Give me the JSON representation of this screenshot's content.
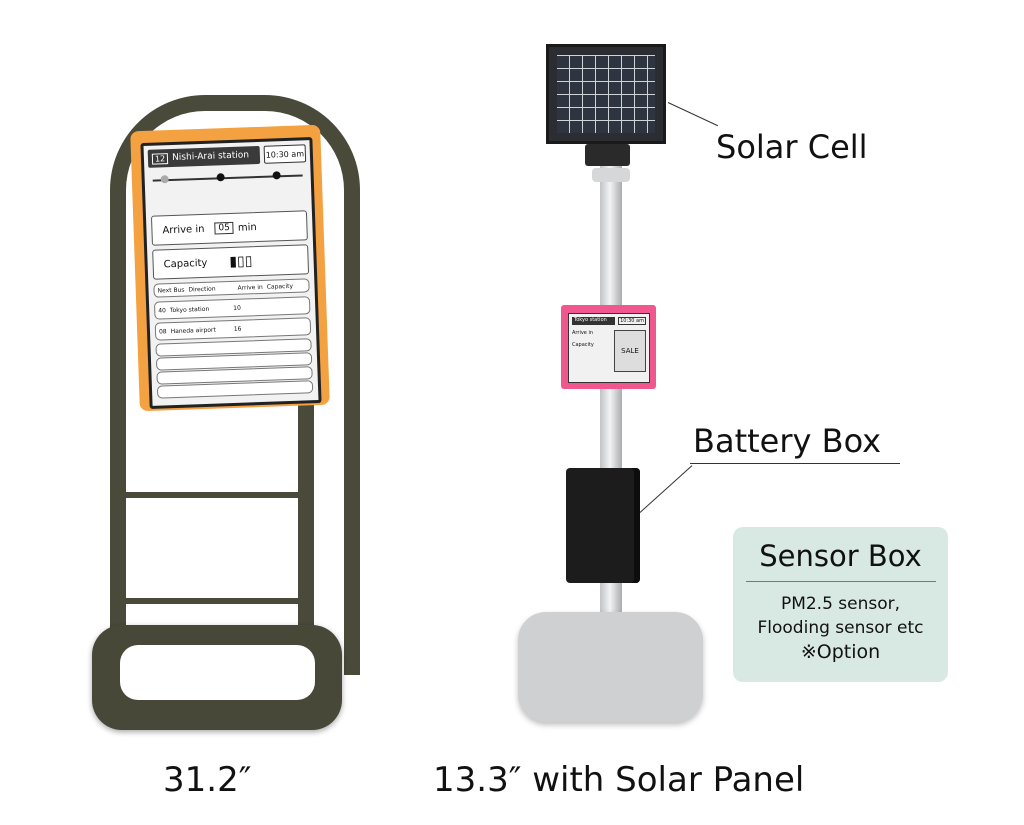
{
  "left_display": {
    "station_number": "12",
    "station_name": "Nishi-Arai station",
    "time": "10:30 am",
    "arrive_label": "Arrive in",
    "arrive_value": "05",
    "arrive_unit": "min",
    "capacity_label": "Capacity",
    "table_header": [
      "Next Bus",
      "Direction",
      "Arrive in",
      "Capacity"
    ],
    "rows": [
      {
        "bus": "40",
        "direction": "Tokyo station",
        "arrive": "10"
      },
      {
        "bus": "08",
        "direction": "Haneda airport",
        "arrive": "16"
      }
    ]
  },
  "right_display": {
    "station_name": "Tokyo station",
    "time": "10:30 am",
    "arrive_label": "Arrive in",
    "capacity_label": "Capacity",
    "ad_text": "SALE"
  },
  "labels": {
    "solar_cell": "Solar Cell",
    "battery_box": "Battery Box"
  },
  "sensor_box": {
    "title": "Sensor Box",
    "line1": "PM2.5 sensor,",
    "line2": "Flooding sensor etc",
    "line3": "※Option"
  },
  "captions": {
    "left": "31.2″",
    "right": "13.3″ with Solar Panel"
  },
  "colors": {
    "left_frame_accent": "#f4a142",
    "right_frame_accent": "#f0578e",
    "stand_metal": "#4a4a3a",
    "sensor_box_bg": "#d8e8e2"
  }
}
